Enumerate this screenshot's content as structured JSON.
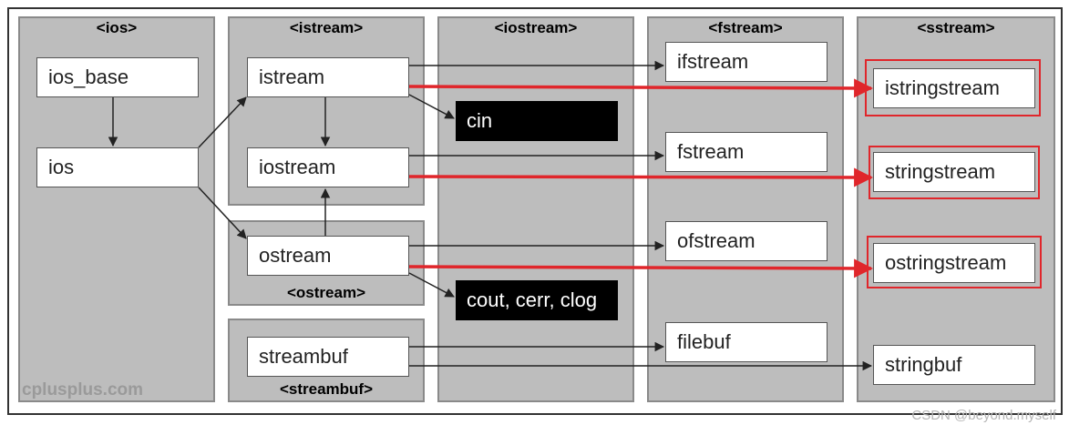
{
  "headers": {
    "ios": "<ios>",
    "istream": "<istream>",
    "iostream": "<iostream>",
    "fstream": "<fstream>",
    "sstream": "<sstream>",
    "ostream": "<ostream>",
    "streambuf": "<streambuf>"
  },
  "classes": {
    "ios_base": "ios_base",
    "ios": "ios",
    "istream": "istream",
    "iostream": "iostream",
    "ostream": "ostream",
    "streambuf": "streambuf",
    "ifstream": "ifstream",
    "fstream": "fstream",
    "ofstream": "ofstream",
    "filebuf": "filebuf",
    "istringstream": "istringstream",
    "stringstream": "stringstream",
    "ostringstream": "ostringstream",
    "stringbuf": "stringbuf"
  },
  "objects": {
    "cin": "cin",
    "cout": "cout, cerr, clog"
  },
  "watermark": "cplusplus.com",
  "credit": "CSDN @beyond.myself",
  "colors": {
    "column_bg": "#bdbdbd",
    "highlight": "#e0262b",
    "object_bg": "#000000"
  }
}
